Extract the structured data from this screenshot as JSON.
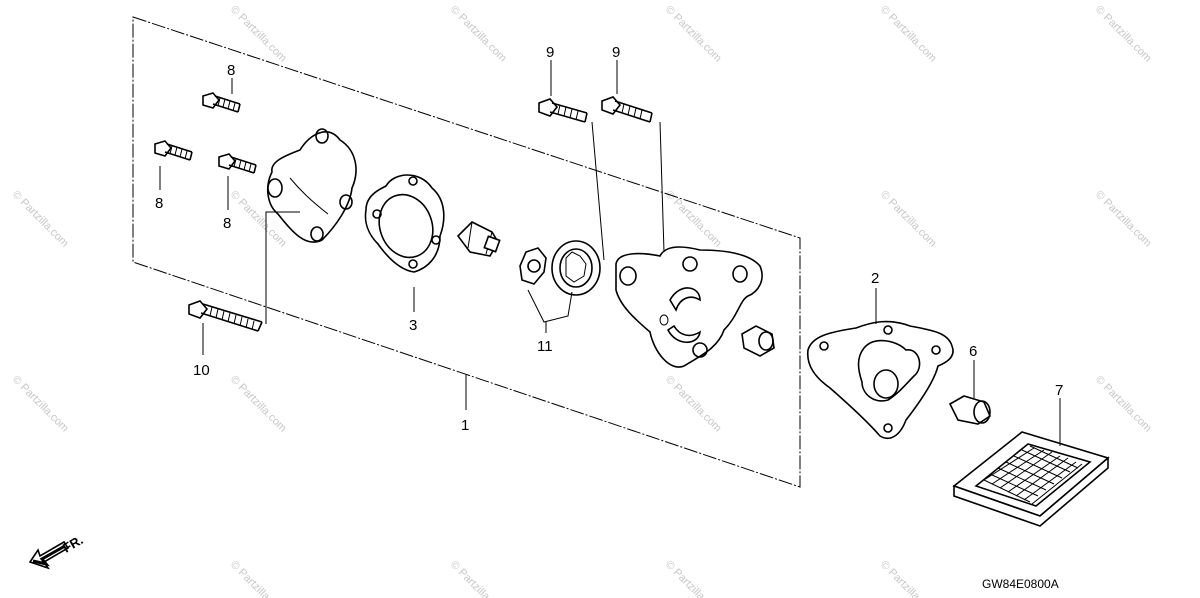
{
  "diagram": {
    "reference_code": "GW84E0800A",
    "direction_label": "FR.",
    "watermark_text": "© Partzilla.com",
    "callouts": {
      "c1": "1",
      "c2": "2",
      "c3": "3",
      "c6": "6",
      "c7": "7",
      "c8a": "8",
      "c8b": "8",
      "c8c": "8",
      "c9a": "9",
      "c9b": "9",
      "c10": "10",
      "c11": "11"
    }
  },
  "colors": {
    "line": "#000000",
    "background": "#ffffff",
    "watermark": "#c8c8c8"
  }
}
